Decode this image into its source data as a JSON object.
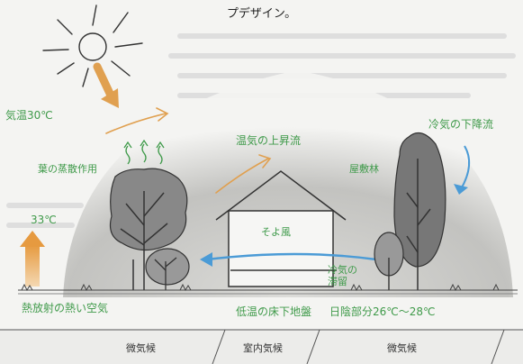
{
  "header": {
    "text": "プデザイン。"
  },
  "labels": {
    "air_temp": "気温30℃",
    "transpiration": "葉の蒸散作用",
    "temp_33": "33℃",
    "hot_air": "熱放射の熱い空気",
    "warm_rise": "温気の上昇流",
    "breeze": "そよ風",
    "cool_floor": "低温の床下地盤",
    "shade": "日陰部分26℃～28℃",
    "cool_down": "冷気の下降流",
    "yashikirin": "屋敷林",
    "cool_pool": "冷気の\n滞留"
  },
  "bottom_band": {
    "left": "微気候",
    "center": "室内気候",
    "right": "微気候"
  },
  "colors": {
    "label_green": "#3f9a4a",
    "arrow_orange": "#e0a050",
    "arrow_blue": "#4b9bd6"
  }
}
